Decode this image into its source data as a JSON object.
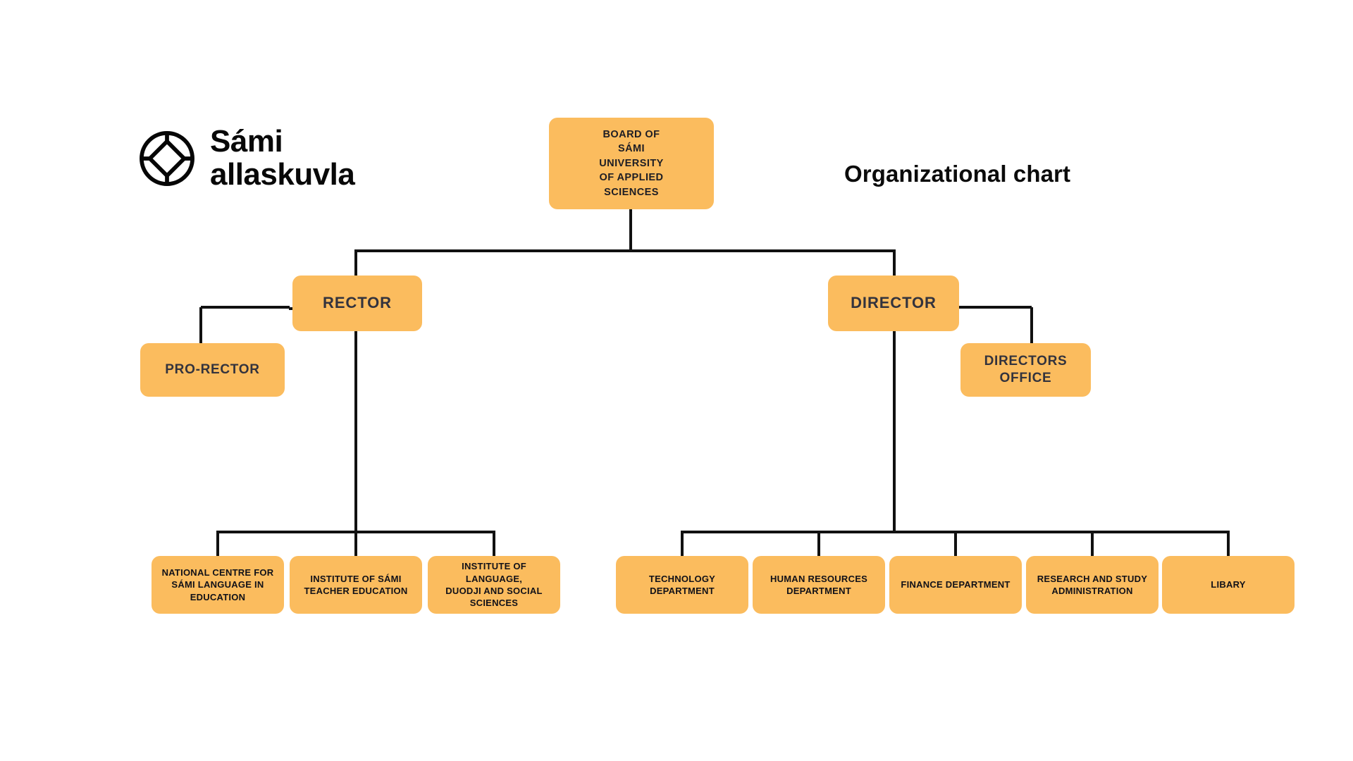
{
  "brand": {
    "logo_icon": "sami-allaskuvla-circle-diamond-logo",
    "name": "Sámi\nallaskuvla"
  },
  "header": {
    "title": "Organizational chart"
  },
  "colors": {
    "node_fill": "#FBBC5E",
    "connector": "#111111",
    "text_dark": "#1d1d24",
    "background": "#FFFFFF"
  },
  "chart_data": {
    "type": "diagram",
    "diagram_type": "organizational-chart",
    "title": "Organizational chart",
    "nodes": [
      {
        "id": "board",
        "label": "BOARD OF\nSÁMI\nUNIVERSITY\nOF APPLIED\nSCIENCES",
        "level": 1,
        "parent": null
      },
      {
        "id": "rector",
        "label": "RECTOR",
        "level": 2,
        "parent": "board"
      },
      {
        "id": "director",
        "label": "DIRECTOR",
        "level": 2,
        "parent": "board"
      },
      {
        "id": "pro-rector",
        "label": "PRO-RECTOR",
        "level": 3,
        "parent": "rector"
      },
      {
        "id": "directors-office",
        "label": "DIRECTORS\nOFFICE",
        "level": 3,
        "parent": "director"
      },
      {
        "id": "national-centre",
        "label": "NATIONAL CENTRE FOR\nSÁMI LANGUAGE IN\nEDUCATION",
        "level": 4,
        "parent": "rector"
      },
      {
        "id": "teacher-education",
        "label": "INSTITUTE OF SÁMI\nTEACHER EDUCATION",
        "level": 4,
        "parent": "rector"
      },
      {
        "id": "language-duodji",
        "label": "INSTITUTE OF LANGUAGE,\nDUODJI AND SOCIAL\nSCIENCES",
        "level": 4,
        "parent": "rector"
      },
      {
        "id": "technology",
        "label": "TECHNOLOGY\nDEPARTMENT",
        "level": 4,
        "parent": "director"
      },
      {
        "id": "human-resources",
        "label": "HUMAN RESOURCES\nDEPARTMENT",
        "level": 4,
        "parent": "director"
      },
      {
        "id": "finance",
        "label": "FINANCE DEPARTMENT",
        "level": 4,
        "parent": "director"
      },
      {
        "id": "research-study",
        "label": "RESEARCH AND STUDY\nADMINISTRATION",
        "level": 4,
        "parent": "director"
      },
      {
        "id": "library",
        "label": "LIBARY",
        "level": 4,
        "parent": "director"
      }
    ],
    "edges": [
      {
        "from": "board",
        "to": "rector"
      },
      {
        "from": "board",
        "to": "director"
      },
      {
        "from": "rector",
        "to": "pro-rector"
      },
      {
        "from": "director",
        "to": "directors-office"
      },
      {
        "from": "rector",
        "to": "national-centre"
      },
      {
        "from": "rector",
        "to": "teacher-education"
      },
      {
        "from": "rector",
        "to": "language-duodji"
      },
      {
        "from": "director",
        "to": "technology"
      },
      {
        "from": "director",
        "to": "human-resources"
      },
      {
        "from": "director",
        "to": "finance"
      },
      {
        "from": "director",
        "to": "research-study"
      },
      {
        "from": "director",
        "to": "library"
      }
    ]
  }
}
